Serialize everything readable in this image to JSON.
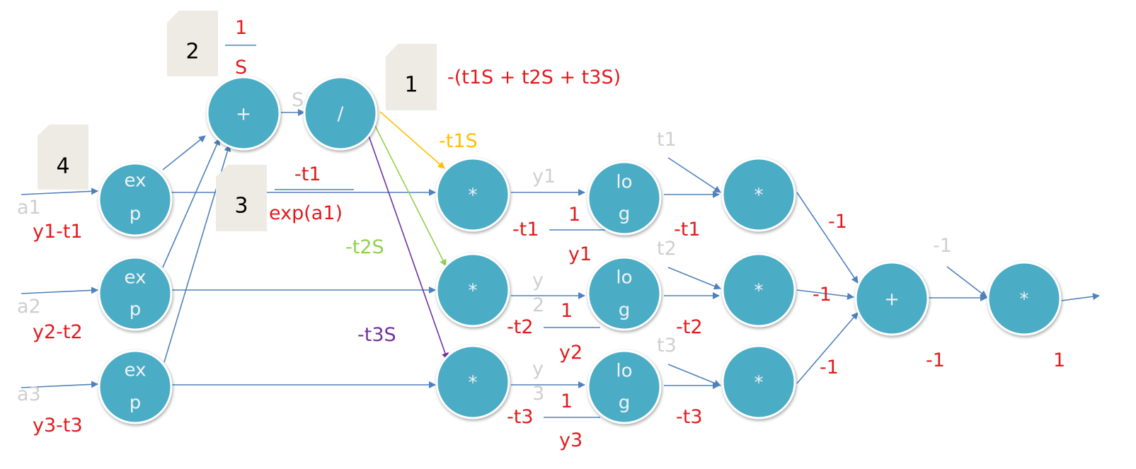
{
  "nodes": {
    "exp1": {
      "label_top": "ex",
      "label_bottom": "p"
    },
    "exp2": {
      "label_top": "ex",
      "label_bottom": "p"
    },
    "exp3": {
      "label_top": "ex",
      "label_bottom": "p"
    },
    "sum": {
      "label": "+"
    },
    "div": {
      "label": "/"
    },
    "mul1": {
      "label": "*"
    },
    "mul2": {
      "label": "*"
    },
    "mul3": {
      "label": "*"
    },
    "log1": {
      "label_top": "lo",
      "label_bottom": "g"
    },
    "log2": {
      "label_top": "lo",
      "label_bottom": "g"
    },
    "log3": {
      "label_top": "lo",
      "label_bottom": "g"
    },
    "tmul1": {
      "label": "*"
    },
    "tmul2": {
      "label": "*"
    },
    "tmul3": {
      "label": "*"
    },
    "final_sum": {
      "label": "+"
    },
    "final_mul": {
      "label": "*"
    }
  },
  "notes": [
    "4",
    "2",
    "1",
    "3"
  ],
  "forward_labels": {
    "a1": "a1",
    "a2": "a2",
    "a3": "a3",
    "S": "S",
    "y1": "y1",
    "y2_top": "y",
    "y2_bottom": "2",
    "y3_top": "y",
    "y3_bottom": "3",
    "t1": "t1",
    "t2": "t2",
    "t3": "t3",
    "neg1": "-1"
  },
  "backward_labels": {
    "y1_t1": "y1-t1",
    "y2_t2": "y2-t2",
    "y3_t3": "y3-t3",
    "one_over_S_num": "1",
    "one_over_S_den": "S",
    "sum_expr": "-(t1S + t2S + t3S)",
    "t1S": "-t1S",
    "t2S": "-t2S",
    "t3S": "-t3S",
    "exp_num": "-t1",
    "exp_den": "exp(a1)",
    "mul1_grad": "-t1",
    "mul2_grad": "-t2",
    "mul3_grad": "-t3",
    "frac1_num": "1",
    "frac1_den": "y1",
    "frac2_num": "1",
    "frac2_den": "y2",
    "frac3_num": "1",
    "frac3_den": "y3",
    "log1_grad": "-t1",
    "log2_grad": "-t2",
    "log3_grad": "-t3",
    "tmul1_grad": "-1",
    "tmul2_grad": "-1",
    "tmul3_grad": "-1",
    "final_sum_grad": "-1",
    "final_grad": "1"
  },
  "colors": {
    "node": "#4BACC6",
    "edge": "#4F81BD",
    "grad_red": "#E31A1C",
    "t1S": "#FFC000",
    "t2S": "#92D050",
    "t3S": "#7030A0",
    "forward_gray": "#CFCFCF",
    "note_bg": "#EDEBE3"
  }
}
